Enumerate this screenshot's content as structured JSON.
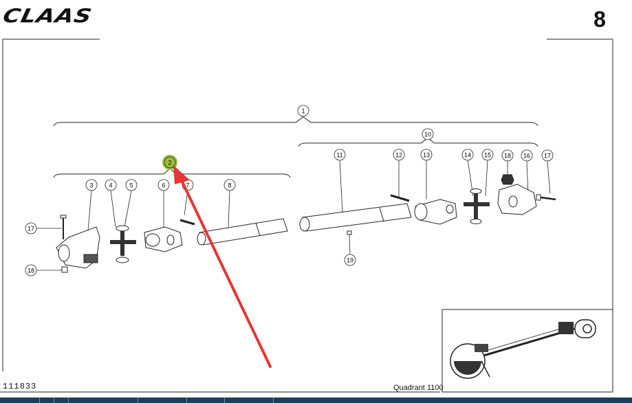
{
  "header": {
    "brand": "CLAAS",
    "page_number": "8"
  },
  "footer": {
    "doc_number": "111833",
    "model": "Quadrant 1100"
  },
  "callouts": [
    "1",
    "2",
    "3",
    "4",
    "5",
    "6",
    "7",
    "8",
    "10",
    "11",
    "12",
    "13",
    "14",
    "15",
    "16",
    "17",
    "18",
    "17",
    "18",
    "19"
  ],
  "highlight_color": "#9cbf3a",
  "arrow_color": "#e53535"
}
